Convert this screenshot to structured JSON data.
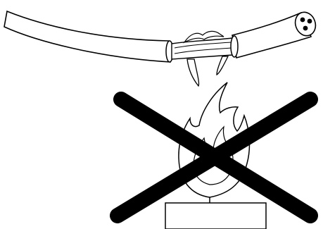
{
  "diagram": {
    "kind": "warning-illustration",
    "elements": [
      "cable",
      "exposed-conductors",
      "flame",
      "heat-source",
      "prohibition-cross"
    ]
  },
  "colors": {
    "background": "#ffffff",
    "line": "#000000",
    "fill": "#ffffff",
    "cross": "#000000"
  }
}
